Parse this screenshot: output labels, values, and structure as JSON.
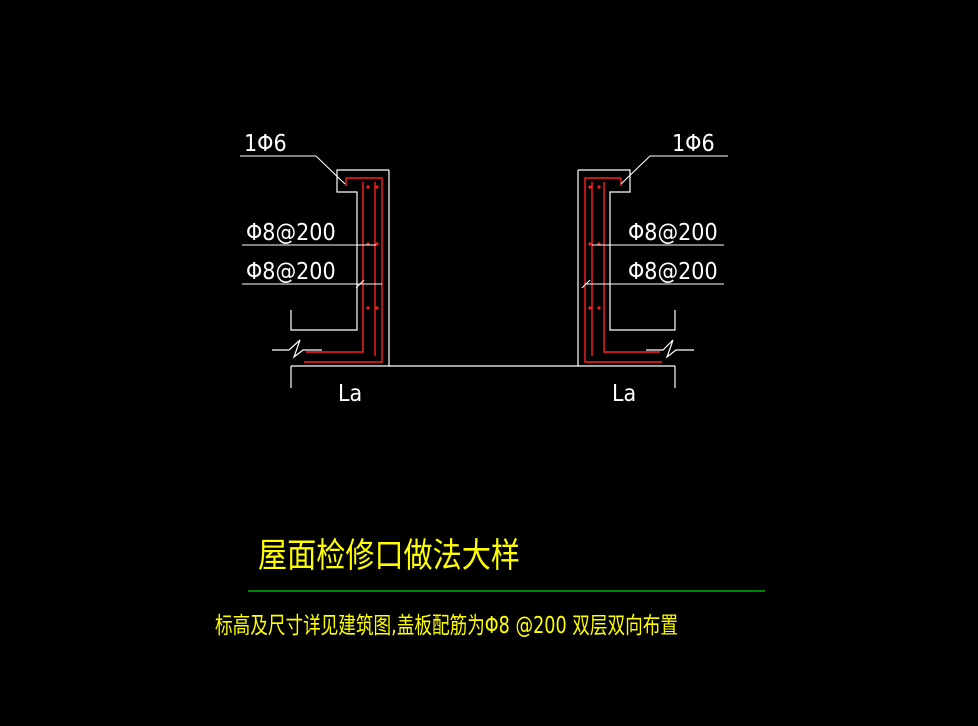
{
  "drawing": {
    "left_labels": {
      "top_bar": "1Φ6",
      "rebar_upper": "Φ8@200",
      "rebar_lower": "Φ8@200",
      "anchorage": "La"
    },
    "right_labels": {
      "top_bar": "1Φ6",
      "rebar_upper": "Φ8@200",
      "rebar_lower": "Φ8@200",
      "anchorage": "La"
    },
    "title": "屋面检修口做法大样",
    "note": "标高及尺寸详见建筑图,盖板配筋为Φ8 @200 双层双向布置"
  },
  "colors": {
    "background": "#000000",
    "outline": "#ffffff",
    "rebar": "#ff2020",
    "title": "#ffff00",
    "underline": "#00b000"
  }
}
